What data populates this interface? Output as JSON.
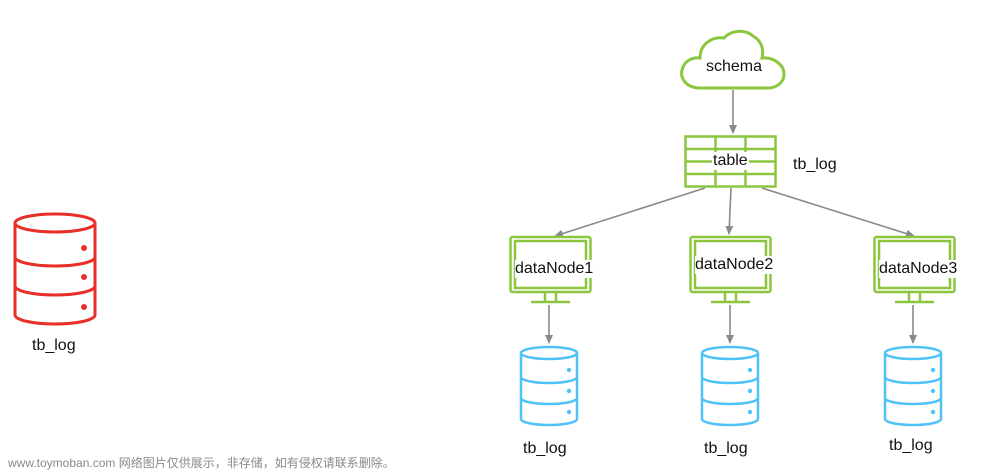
{
  "left": {
    "db_label": "tb_log"
  },
  "schema": {
    "label": "schema"
  },
  "table": {
    "label": "table",
    "side_label": "tb_log"
  },
  "data_nodes": [
    {
      "label": "dataNode1",
      "db_label": "tb_log"
    },
    {
      "label": "dataNode2",
      "db_label": "tb_log"
    },
    {
      "label": "dataNode3",
      "db_label": "tb_log"
    }
  ],
  "watermark": "www.toymoban.com 网络图片仅供展示，非存储，如有侵权请联系删除。",
  "colors": {
    "red": "#e8302a",
    "green": "#8cc63f",
    "blue": "#4fc3f7",
    "arrow": "#8a8a8a"
  },
  "icons": [
    "database-icon",
    "cloud-icon",
    "table-grid-icon",
    "monitor-icon"
  ]
}
